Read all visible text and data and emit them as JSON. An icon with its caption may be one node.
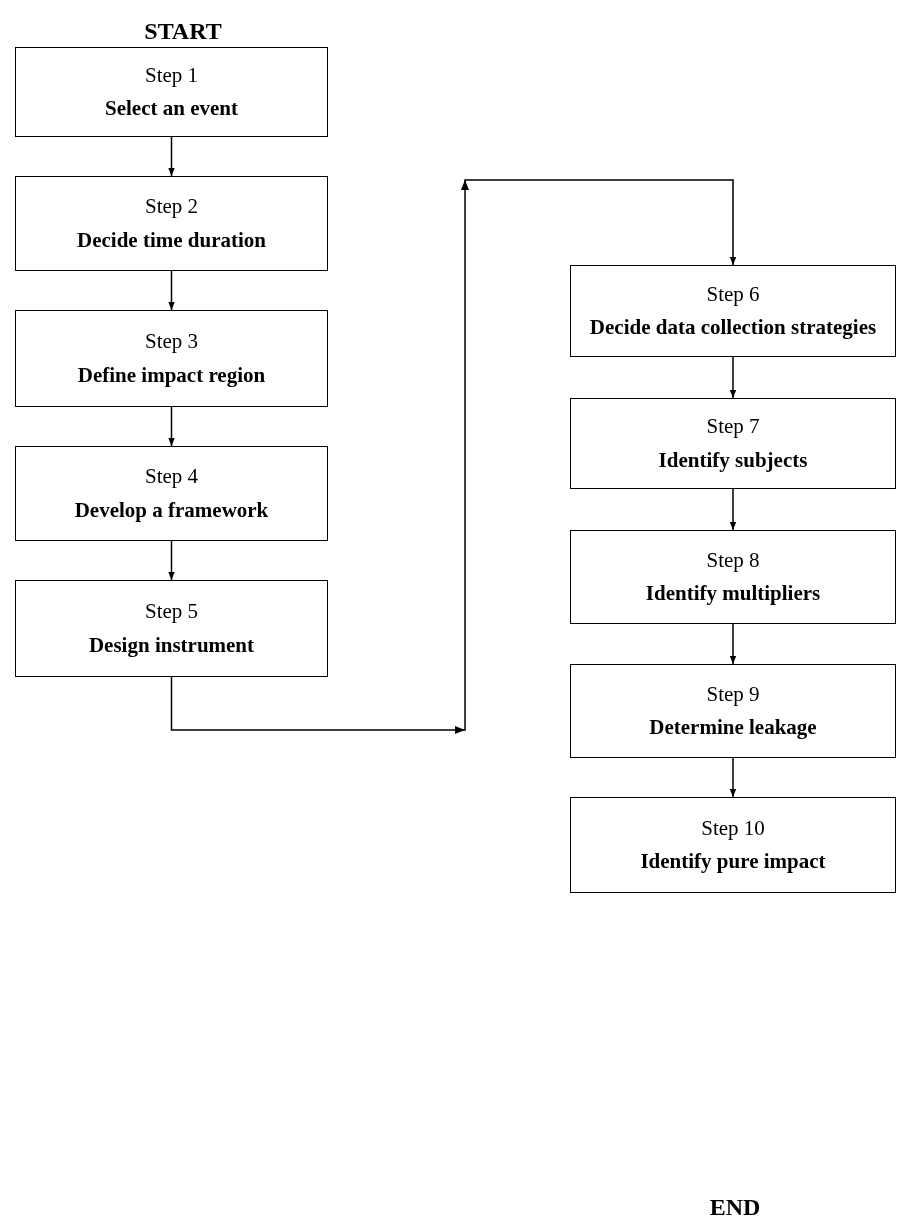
{
  "diagram": {
    "nodes": [
      {
        "text": [
          "Step 1",
          "Select an event"
        ]
      },
      {
        "text": [
          "Step 2",
          "Decide time duration"
        ]
      },
      {
        "text": [
          "Step 3",
          "Define impact region"
        ]
      },
      {
        "text": [
          "Step 4",
          "Develop a framework"
        ]
      },
      {
        "text": [
          "Step 5",
          "Design instrument"
        ]
      },
      {
        "text": [
          "Step 6",
          "Decide data collection strategies"
        ]
      },
      {
        "text": [
          "Step 7",
          "Identify subjects"
        ]
      },
      {
        "text": [
          "Step 8",
          "Identify multipliers"
        ]
      },
      {
        "text": [
          "Step 9",
          "Determine leakage"
        ]
      },
      {
        "text": [
          "Step 10",
          "Identify pure impact"
        ]
      }
    ],
    "edges": [
      {
        "from": 0,
        "to": 1,
        "arrow": "to"
      },
      {
        "from": 1,
        "to": 2,
        "arrow": "to"
      },
      {
        "from": 2,
        "to": 3,
        "arrow": "to"
      },
      {
        "from": 3,
        "to": 4,
        "arrow": "to"
      },
      {
        "from": 4,
        "to": 5,
        "arrow": "to"
      },
      {
        "from": 5,
        "to": 6,
        "arrow": "to"
      },
      {
        "from": 6,
        "to": 7,
        "arrow": "to"
      },
      {
        "from": 7,
        "to": 8,
        "arrow": "to"
      },
      {
        "from": 8,
        "to": 9,
        "arrow": "to"
      }
    ],
    "labels": [
      "START",
      "END"
    ]
  }
}
